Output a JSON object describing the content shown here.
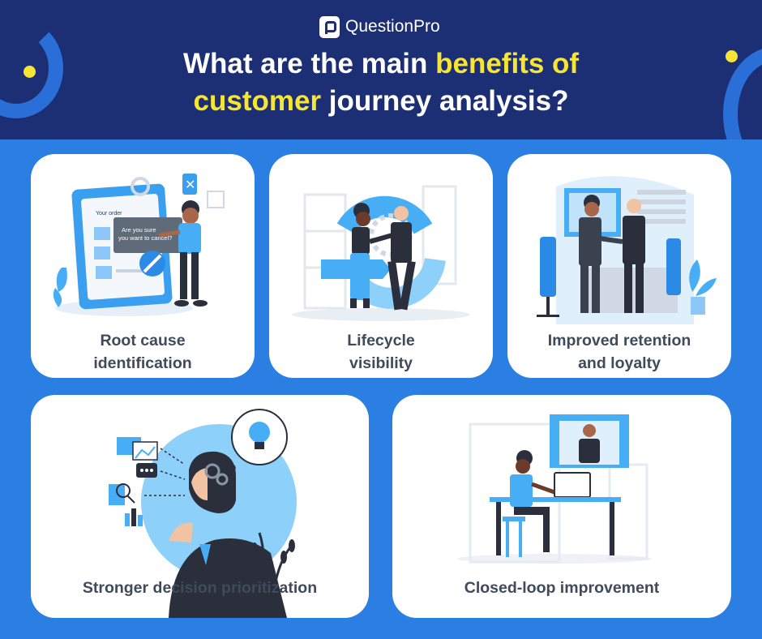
{
  "brand": {
    "logo_text": "QuestionPro"
  },
  "header": {
    "title_line1_plain": "What are the main ",
    "title_line1_highlight": "benefits of",
    "title_line2_highlight": "customer",
    "title_line2_plain": " journey analysis?"
  },
  "cards": [
    {
      "label_line1": "Root cause",
      "label_line2": "identification",
      "illustration": "person-using-app-illustration"
    },
    {
      "label_line1": "Lifecycle",
      "label_line2": "visibility",
      "illustration": "team-cycle-illustration"
    },
    {
      "label_line1": "Improved retention",
      "label_line2": "and loyalty",
      "illustration": "handshake-illustration"
    },
    {
      "label": "Stronger decision prioritization",
      "illustration": "thinking-man-illustration"
    },
    {
      "label": "Closed-loop improvement",
      "illustration": "video-call-illustration"
    }
  ],
  "illustration_text": {
    "dialog_line1": "Are you sure",
    "dialog_line2": "you want to cancel?",
    "phone_header": "Your order"
  },
  "colors": {
    "header_bg": "#1d2f74",
    "page_bg": "#2b7fe3",
    "accent_yellow": "#f6e535",
    "illustration_blue": "#47aef5",
    "label_text": "#3f4a5a"
  }
}
